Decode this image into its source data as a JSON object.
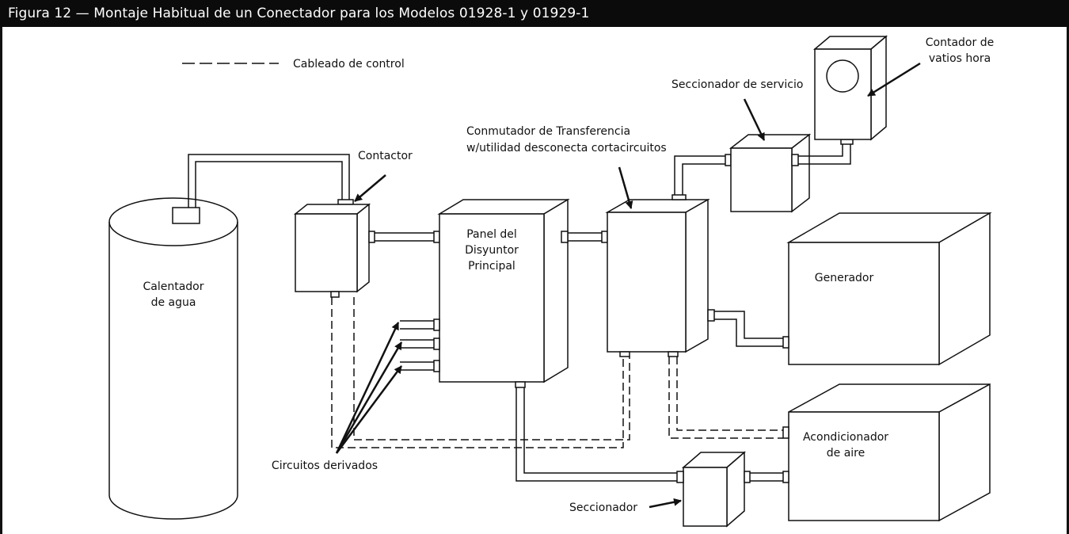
{
  "title": "Figura 12 — Montaje Habitual de un Conectador para los Modelos 01928-1 y 01929-1",
  "legend": {
    "label": "Cableado de control"
  },
  "components": {
    "water_heater": [
      "Calentador",
      "de agua"
    ],
    "contactor": "Contactor",
    "main_panel": [
      "Panel del",
      "Disyuntor",
      "Principal"
    ],
    "transfer_switch": [
      "Conmutador de Transferencia",
      "w/utilidad desconecta cortacircuitos"
    ],
    "service_disconnect": "Seccionador de servicio",
    "meter": [
      "Contador de",
      "vatios hora"
    ],
    "generator": "Generador",
    "air_conditioner": [
      "Acondicionador",
      "de aire"
    ],
    "disconnect": "Seccionador",
    "branch_circuits": "Circuitos derivados"
  },
  "colors": {
    "title_bg": "#0b0b0b",
    "title_fg": "#ffffff",
    "line": "#111111"
  }
}
